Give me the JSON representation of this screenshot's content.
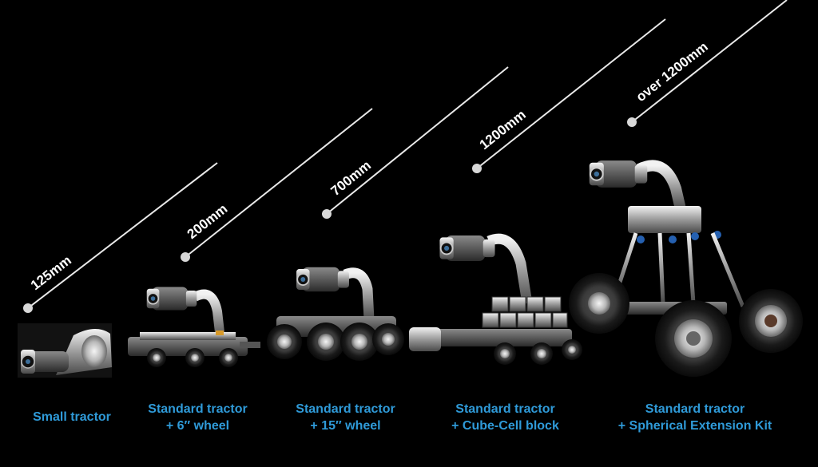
{
  "colors": {
    "background": "#000000",
    "caption": "#2f9ad8",
    "guide_line": "#e9e9e9",
    "label": "#ffffff"
  },
  "sizes": [
    {
      "label": "125mm"
    },
    {
      "label": "200mm"
    },
    {
      "label": "700mm"
    },
    {
      "label": "1200mm"
    },
    {
      "label": "over 1200mm"
    }
  ],
  "products": [
    {
      "line1": "Small tractor",
      "line2": ""
    },
    {
      "line1": "Standard tractor",
      "line2": "+ 6″ wheel"
    },
    {
      "line1": "Standard tractor",
      "line2": "+ 15″ wheel"
    },
    {
      "line1": "Standard tractor",
      "line2": "+ Cube-Cell block"
    },
    {
      "line1": "Standard tractor",
      "line2": "+ Spherical Extension Kit"
    }
  ]
}
